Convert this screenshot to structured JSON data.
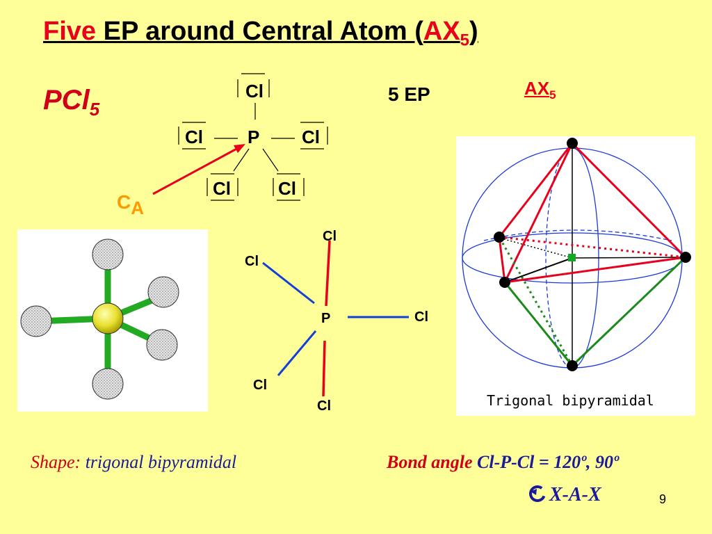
{
  "title": {
    "word_red": "Five",
    "middle": " EP around Central Atom (",
    "ax_main": "AX",
    "ax_sub": "5",
    "close": ")"
  },
  "formula": {
    "main": "PCl",
    "sub": "5"
  },
  "electron_pairs": "5 EP",
  "ax_label": {
    "main": "AX",
    "sub": "5"
  },
  "lewis": {
    "central": "P",
    "ligand": "Cl",
    "ca_main": "C",
    "ca_sub": "A"
  },
  "wedge": {
    "central": "P",
    "ligand": "Cl"
  },
  "tbp_caption": "Trigonal bipyramidal",
  "shape": {
    "label": "Shape:",
    "value": "trigonal bipyramidal"
  },
  "bond_angle": {
    "label": "Bond angle",
    "value": "Cl-P-Cl = 120º, 90º"
  },
  "xax": {
    "text": "X-A-X"
  },
  "slide_number": "9",
  "colors": {
    "background": "#ffff99",
    "title_red": "#e8001c",
    "bond_blue": "#1040d8",
    "bond_red": "#e8001c",
    "bond_green": "#1a8a1a",
    "text_blue": "#1a1a9a",
    "ca_orange": "#ff9900"
  }
}
